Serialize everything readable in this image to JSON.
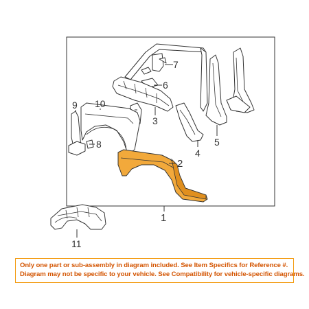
{
  "callouts": {
    "c1": "1",
    "c2": "2",
    "c3": "3",
    "c4": "4",
    "c5": "5",
    "c6": "6",
    "c7": "7",
    "c8": "8",
    "c9": "9",
    "c10": "10",
    "c11": "11"
  },
  "colors": {
    "highlight_part": "#f2a93b",
    "disclaimer_border": "#f39c12",
    "disclaimer_text": "#d35400"
  },
  "disclaimer": {
    "line1": "Only one part or sub-assembly in diagram included. See Item Specifics for Reference #.",
    "line2": "Diagram may not be specific to your vehicle. See Compatibility for vehicle-specific diagrams."
  }
}
